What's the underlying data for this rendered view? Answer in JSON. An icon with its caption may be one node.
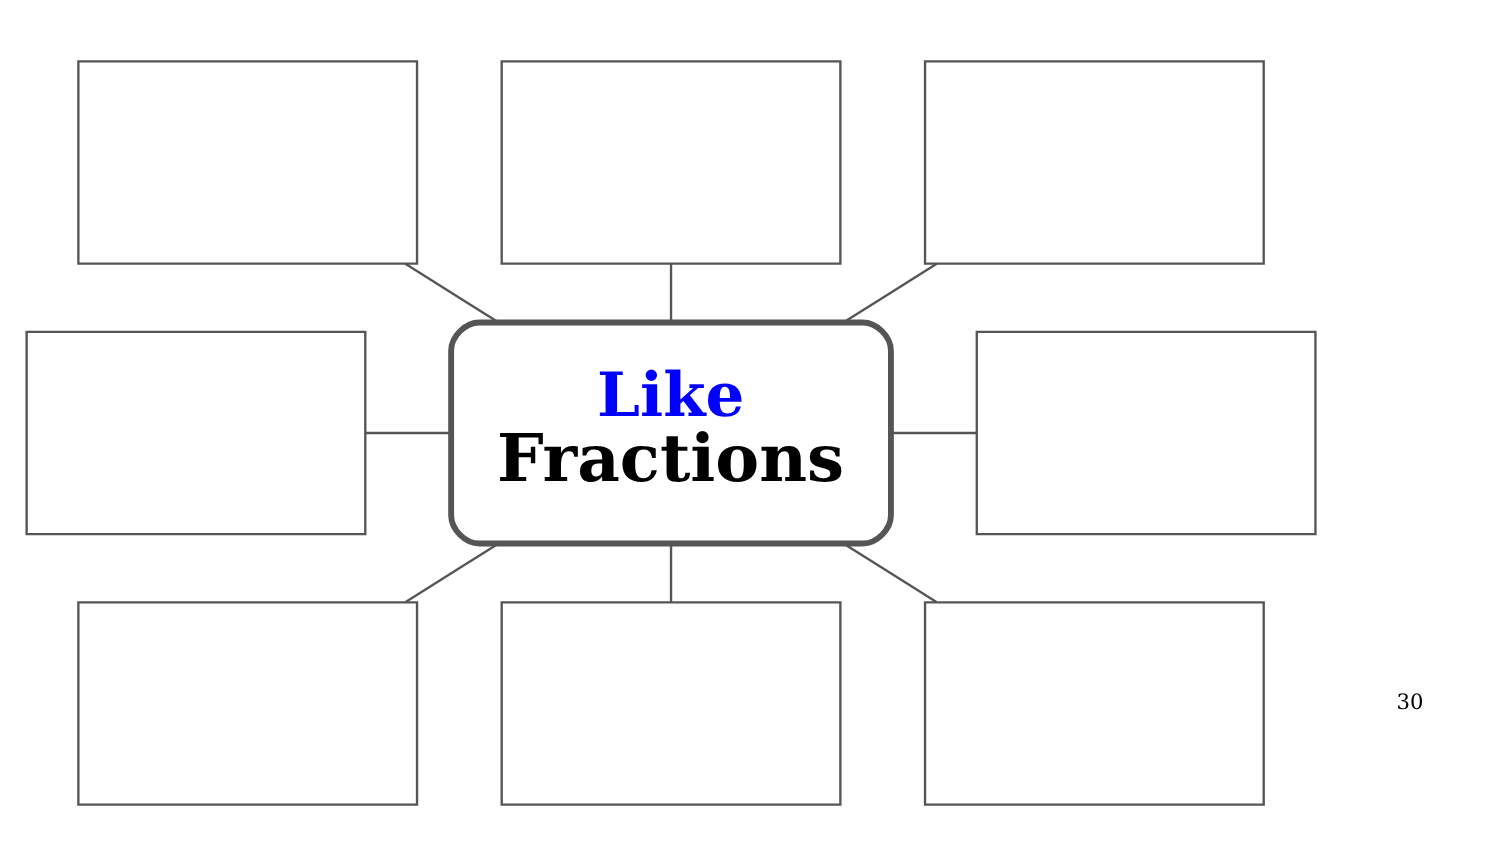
{
  "diagram": {
    "nodes": [
      {
        "text": [],
        "shape": "box"
      },
      {
        "text": [],
        "shape": "box"
      },
      {
        "text": [],
        "shape": "box"
      },
      {
        "text": [],
        "shape": "box"
      },
      {
        "text": [
          "Like",
          "Fractions"
        ]
      },
      {
        "text": [],
        "shape": "box"
      },
      {
        "text": [],
        "shape": "box"
      },
      {
        "text": [],
        "shape": "box"
      },
      {
        "text": [],
        "shape": "box"
      }
    ],
    "edges": [
      {
        "from": 0,
        "to": 4,
        "arrow": "none"
      },
      {
        "from": 1,
        "to": 4,
        "arrow": "none"
      },
      {
        "from": 2,
        "to": 4,
        "arrow": "none"
      },
      {
        "from": 3,
        "to": 4,
        "arrow": "none"
      },
      {
        "from": 4,
        "to": 5,
        "arrow": "none"
      },
      {
        "from": 4,
        "to": 6,
        "arrow": "none"
      },
      {
        "from": 4,
        "to": 7,
        "arrow": "none"
      },
      {
        "from": 4,
        "to": 8,
        "arrow": "none"
      }
    ],
    "labels": [
      "30"
    ]
  }
}
